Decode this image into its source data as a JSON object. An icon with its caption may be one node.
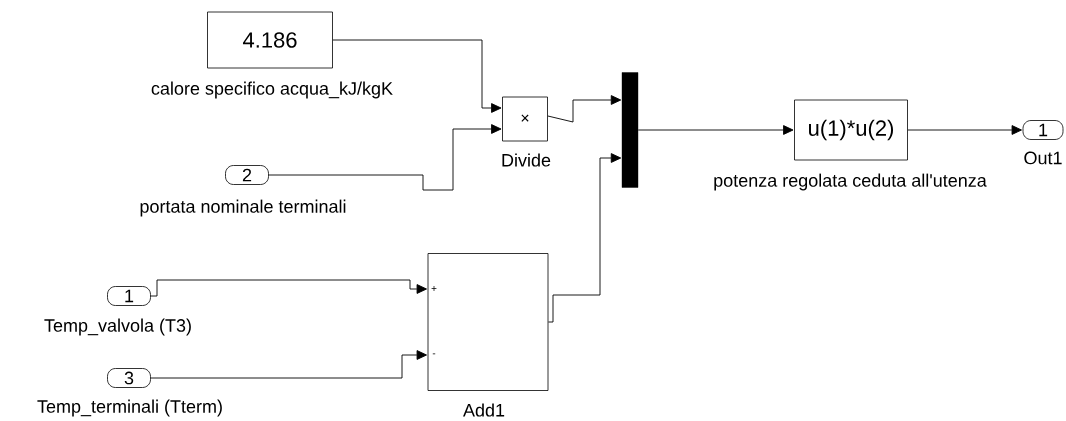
{
  "diagram": {
    "nodes": [
      {
        "text": [
          "4.186"
        ],
        "beside": [
          "calore specifico acqua_kJ/kgK"
        ]
      },
      {
        "text": [
          "2"
        ],
        "beside": [
          "portata nominale terminali"
        ]
      },
      {
        "text": [
          "×"
        ],
        "beside": [
          "Divide"
        ]
      },
      {
        "text": [],
        "shape": "bar"
      },
      {
        "text": [
          "1"
        ],
        "beside": [
          "Temp_valvola (T3)"
        ]
      },
      {
        "text": [
          "3"
        ],
        "beside": [
          "Temp_terminali (Tterm)"
        ]
      },
      {
        "text": [
          "+",
          "-"
        ],
        "beside": [
          "Add1"
        ]
      },
      {
        "text": [
          "u(1)*u(2)"
        ],
        "beside": [
          "potenza regolata ceduta all'utenza"
        ]
      },
      {
        "text": [
          "1"
        ],
        "beside": [
          "Out1"
        ]
      }
    ],
    "edges": [
      {
        "from": 0,
        "to": 2,
        "arrow": "to"
      },
      {
        "from": 1,
        "to": 2,
        "arrow": "to"
      },
      {
        "from": 2,
        "to": 3,
        "arrow": "to"
      },
      {
        "from": 6,
        "to": 3,
        "arrow": "to"
      },
      {
        "from": 4,
        "to": 6,
        "arrow": "to"
      },
      {
        "from": 5,
        "to": 6,
        "arrow": "to"
      },
      {
        "from": 3,
        "to": 7,
        "arrow": "to"
      },
      {
        "from": 7,
        "to": 8,
        "arrow": "to"
      }
    ]
  }
}
